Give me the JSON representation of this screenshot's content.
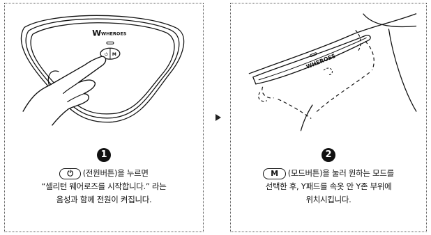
{
  "step1": {
    "number": "1",
    "brand": "WHEROES",
    "power_key": "⏻",
    "line1": "(전원버튼)을 누르면",
    "line2": "“셀리턴 웨어로즈를 시작합니다.” 라는",
    "line3": "음성과 함께 전원이 켜집니다."
  },
  "step2": {
    "number": "2",
    "brand": "WHEROES",
    "mode_key": "M",
    "line1": "(모드버튼)을 눌러 원하는 모드를",
    "line2": "선택한 후, Y패드를 속옷 안 Y존 부위에",
    "line3": "위치시킵니다."
  }
}
